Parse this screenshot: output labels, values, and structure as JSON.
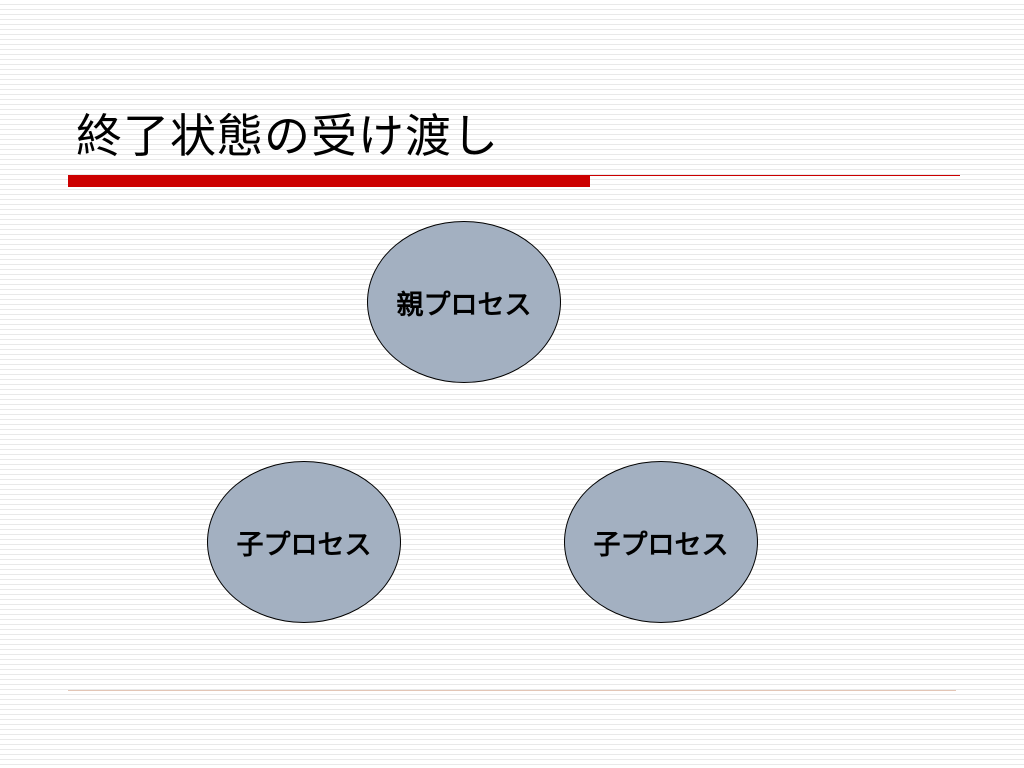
{
  "slide": {
    "title": "終了状態の受け渡し"
  },
  "nodes": {
    "parent": {
      "label": "親プロセス"
    },
    "child_left": {
      "label": "子プロセス"
    },
    "child_right": {
      "label": "子プロセス"
    }
  },
  "colors": {
    "accent_rule": "#cc0000",
    "node_fill": "#a3b0c1",
    "node_border": "#000000",
    "background_stripe": "#e9e9e9"
  }
}
